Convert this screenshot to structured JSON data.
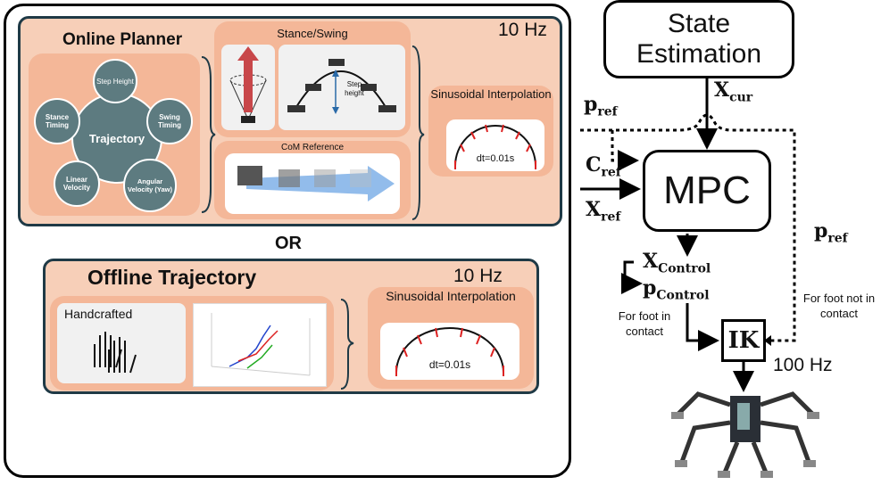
{
  "online": {
    "title": "Online Planner",
    "freq": "10 Hz",
    "center": "Trajectory",
    "nodes": [
      "Step Height",
      "Swing Timing",
      "Angular Velocity (Yaw)",
      "Linear Velocity",
      "Stance Timing"
    ],
    "stance_swing": "Stance/Swing",
    "step_height": "Step height",
    "com": "CoM Reference",
    "interp": "Sinusoidal Interpolation",
    "dt": "dt=0.01s"
  },
  "or_label": "OR",
  "offline": {
    "title": "Offline Trajectory",
    "freq": "10 Hz",
    "handcrafted": "Handcrafted",
    "interp": "Sinusoidal Interpolation",
    "dt": "dt=0.01s"
  },
  "state_estimation": "State Estimation",
  "mpc": "MPC",
  "ik": "IK",
  "ik_freq": "100 Hz",
  "labels": {
    "p_ref": "p",
    "p_ref_sub": "ref",
    "x_cur": "X",
    "x_cur_sub": "cur",
    "c_ref": "C",
    "c_ref_sub": "ref",
    "x_ref": "X",
    "x_ref_sub": "ref",
    "x_control": "X",
    "x_control_sub": "Control",
    "p_control": "p",
    "p_control_sub": "Control",
    "p_ref2": "p",
    "p_ref2_sub": "ref",
    "foot_contact": "For foot in contact",
    "foot_not_contact": "For foot not in contact"
  }
}
